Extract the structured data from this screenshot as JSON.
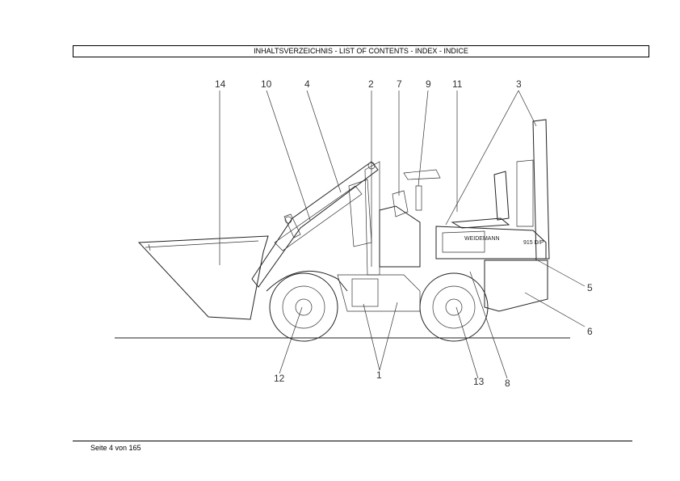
{
  "header": {
    "title": "INHALTSVERZEICHNIS - LIST OF CONTENTS - INDEX - INDICE"
  },
  "drawing": {
    "callouts": [
      "14",
      "10",
      "4",
      "2",
      "7",
      "9",
      "11",
      "3",
      "5",
      "6",
      "8",
      "13",
      "1",
      "12"
    ],
    "machine_brand": "WEIDEMANN",
    "model_plate": "915 D/P"
  },
  "footer": {
    "page_label": "Seite 4 von 165"
  }
}
